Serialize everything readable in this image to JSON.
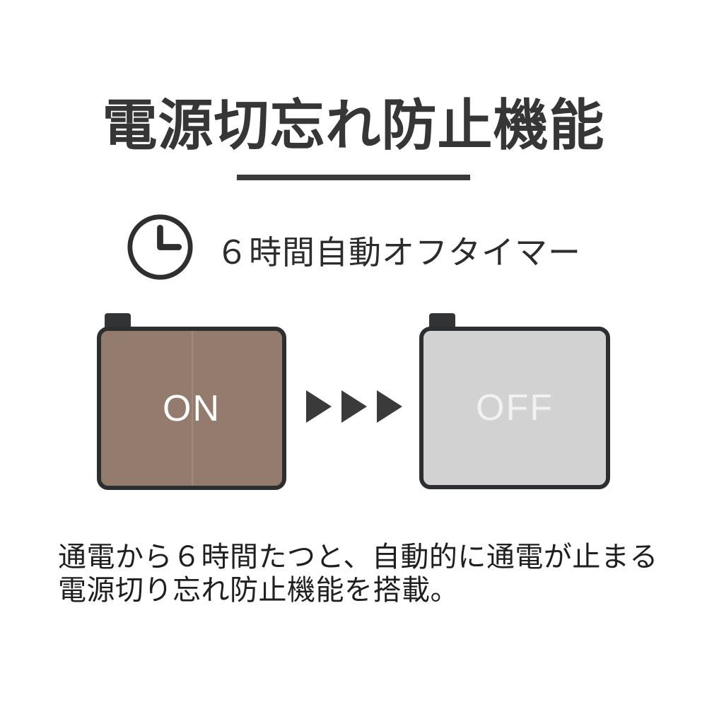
{
  "title": "電源切忘れ防止機能",
  "timer": {
    "icon": "clock",
    "label": "６時間自動オフタイマー"
  },
  "flow": {
    "on_label": "ON",
    "off_label": "OFF",
    "arrow_icon": "right-pointing-triangle",
    "arrow_count": 3
  },
  "description": {
    "line1": "通電から６時間たつと、自動的に通電が止まる",
    "line2": "電源切り忘れ防止機能を搭載。"
  },
  "colors": {
    "background": "#ffffff",
    "title_text": "#363636",
    "divider": "#3a3a3a",
    "outline": "#2d2e2f",
    "on_fill": "#937b6d",
    "on_text": "#fcfcfc",
    "off_fill": "#d2d2d3",
    "off_text": "#f1f1f1",
    "arrow": "#3a3a3a",
    "body_text": "#1f1f1f"
  }
}
